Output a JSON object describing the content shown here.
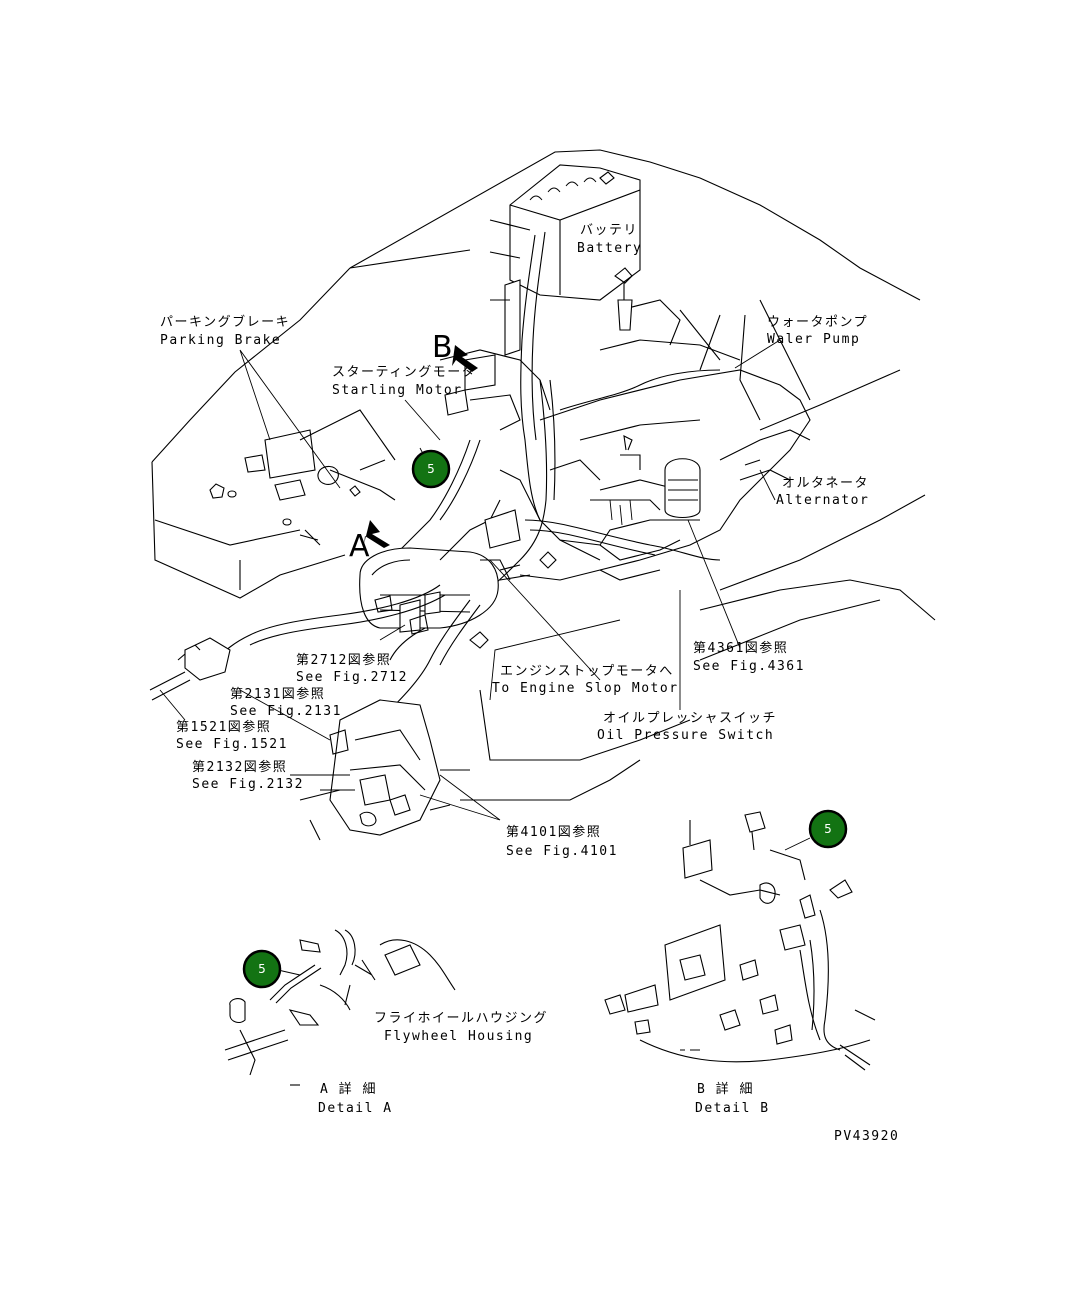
{
  "diagram": {
    "drawing_number": "PV43920",
    "view_markers": {
      "a": "A",
      "b": "B"
    },
    "labels": {
      "battery": {
        "jp": "バッテリ",
        "en": "Battery"
      },
      "parking_brake": {
        "jp": "パーキングブレーキ",
        "en": "Parking Brake"
      },
      "starting_motor": {
        "jp": "スターティングモータ",
        "en": "Starling Motor"
      },
      "water_pump": {
        "jp": "ウォータポンプ",
        "en": "Waler Pump"
      },
      "alternator": {
        "jp": "オルタネータ",
        "en": "Alternator"
      },
      "fig_2712": {
        "jp": "第2712図参照",
        "en": "See Fig.2712"
      },
      "fig_2131": {
        "jp": "第2131図参照",
        "en": "See Fig.2131"
      },
      "fig_1521": {
        "jp": "第1521図参照",
        "en": "See Fig.1521"
      },
      "fig_2132": {
        "jp": "第2132図参照",
        "en": "See Fig.2132"
      },
      "engine_stop_motor": {
        "jp": "エンジンストップモータへ",
        "en": "To Engine Slop Motor"
      },
      "fig_4361": {
        "jp": "第4361図参照",
        "en": "See Fig.4361"
      },
      "oil_pressure_switch": {
        "jp": "オイルプレッシャスイッチ",
        "en": "Oil Pressure Switch"
      },
      "fig_4101": {
        "jp": "第4101図参照",
        "en": "See Fig.4101"
      },
      "flywheel_housing": {
        "jp": "フライホイールハウジング",
        "en": "Flywheel Housing"
      },
      "detail_a": {
        "jp": "A 詳 細",
        "en": "Detail A"
      },
      "detail_b": {
        "jp": "B 詳 細",
        "en": "Detail B"
      }
    },
    "callouts": [
      {
        "id": "callout-main",
        "number": "5"
      },
      {
        "id": "callout-detail-b",
        "number": "5"
      },
      {
        "id": "callout-detail-a",
        "number": "5"
      }
    ],
    "colors": {
      "callout_fill": "#137313",
      "line": "#000000",
      "background": "#ffffff"
    }
  }
}
